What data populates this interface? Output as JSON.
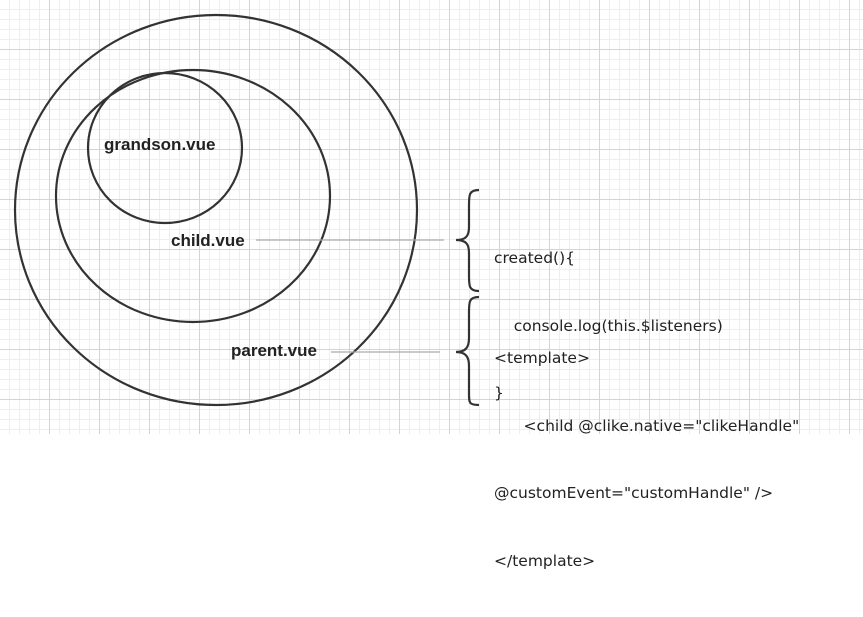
{
  "diagram": {
    "grandson_label": "grandson.vue",
    "child_label": "child.vue",
    "parent_label": "parent.vue",
    "child_code": {
      "lines": [
        "created(){",
        "    console.log(this.$listeners)",
        "}"
      ]
    },
    "parent_code": {
      "lines": [
        "<template>",
        "      <child @clike.native=\"clikeHandle\"",
        "@customEvent=\"customHandle\" />",
        "</template>"
      ]
    },
    "colors": {
      "stroke": "#333333",
      "connector": "#aaaaaa",
      "text": "#222222",
      "grid_major": "#d4d4d4",
      "grid_minor": "#eeeeee"
    }
  }
}
